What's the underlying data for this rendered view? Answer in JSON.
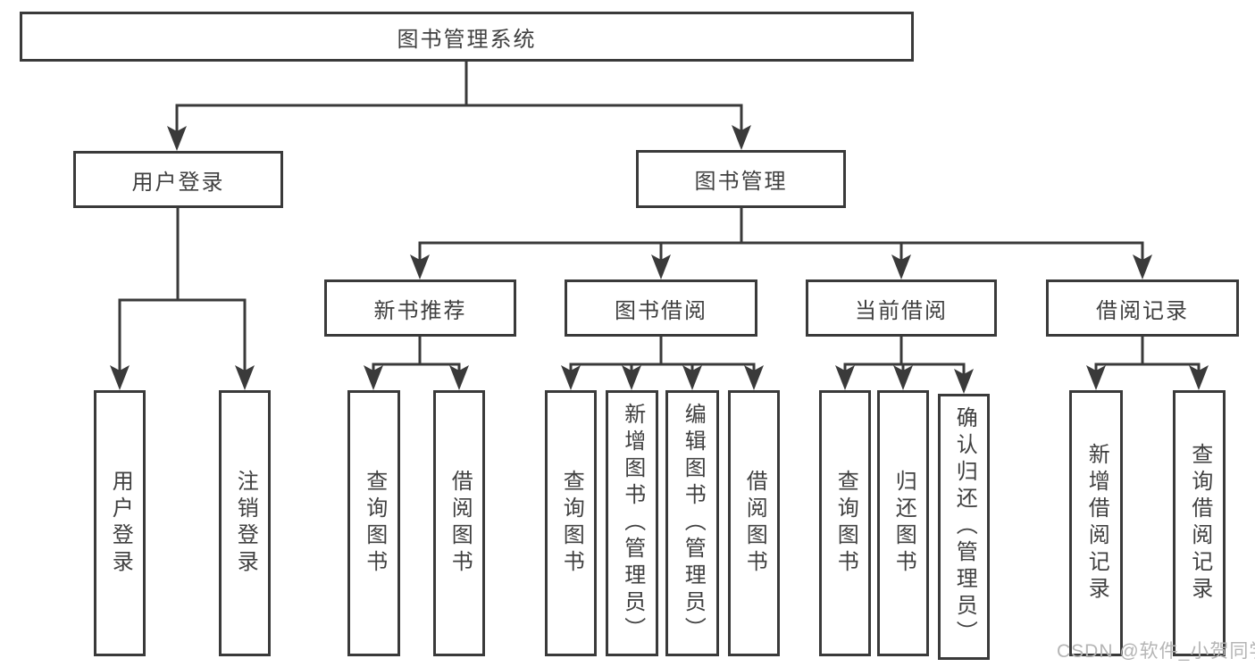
{
  "diagram": {
    "title": "图书管理系统",
    "branches": [
      {
        "label": "用户登录",
        "children": [
          {
            "label": "用户登录"
          },
          {
            "label": "注销登录"
          }
        ]
      },
      {
        "label": "图书管理",
        "children": [
          {
            "label": "新书推荐",
            "children": [
              {
                "label": "查询图书"
              },
              {
                "label": "借阅图书"
              }
            ]
          },
          {
            "label": "图书借阅",
            "children": [
              {
                "label": "查询图书"
              },
              {
                "label": "新增图书（管理员）"
              },
              {
                "label": "编辑图书（管理员）"
              },
              {
                "label": "借阅图书"
              }
            ]
          },
          {
            "label": "当前借阅",
            "children": [
              {
                "label": "查询图书"
              },
              {
                "label": "归还图书"
              },
              {
                "label": "确认归还（管理员）"
              }
            ]
          },
          {
            "label": "借阅记录",
            "children": [
              {
                "label": "新增借阅记录"
              },
              {
                "label": "查询借阅记录"
              }
            ]
          }
        ]
      }
    ]
  },
  "colors": {
    "line": "#3a3a3a",
    "box_border": "#3a3a3a",
    "text": "#404040",
    "watermark": "#b5b5b5"
  },
  "watermark": "CSDN @软件_小贺同学"
}
